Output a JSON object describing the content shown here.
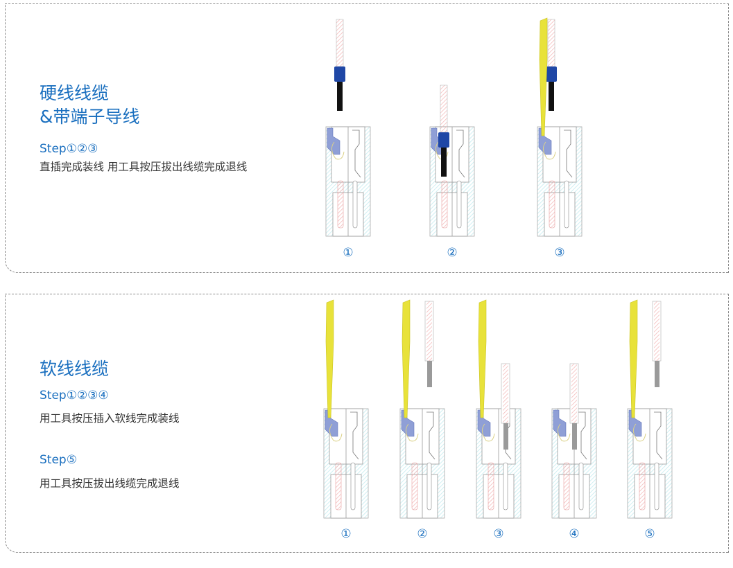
{
  "section1": {
    "title_line1": "硬线线缆",
    "title_line2": "&带端子导线",
    "step": "Step①②③",
    "description": "直插完成装线 用工具按压拔出线缆完成退线",
    "figures": [
      {
        "label": "①",
        "wire": "ferrule",
        "state": "above",
        "tool": false
      },
      {
        "label": "②",
        "wire": "ferrule",
        "state": "inserted",
        "tool": false
      },
      {
        "label": "③",
        "wire": "ferrule",
        "state": "above",
        "tool": true
      }
    ]
  },
  "section2": {
    "title": "软线线缆",
    "step1": "Step①②③④",
    "description1": "用工具按压插入软线完成装线",
    "step2": "Step⑤",
    "description2": "用工具按压拔出线缆完成退线",
    "figures": [
      {
        "label": "①",
        "wire": "none",
        "state": "none",
        "tool": true
      },
      {
        "label": "②",
        "wire": "stranded",
        "state": "above",
        "tool": true
      },
      {
        "label": "③",
        "wire": "stranded",
        "state": "inserted",
        "tool": true
      },
      {
        "label": "④",
        "wire": "stranded",
        "state": "inserted",
        "tool": false
      },
      {
        "label": "⑤",
        "wire": "stranded",
        "state": "above",
        "tool": true
      }
    ]
  },
  "colors": {
    "accent": "#1a6fbf",
    "tool": "#e8e23a",
    "ferrule": "#1f47a6",
    "spring": "#8f9fd6",
    "housing": "#cfeff2",
    "contact": "#f3b8b8"
  }
}
